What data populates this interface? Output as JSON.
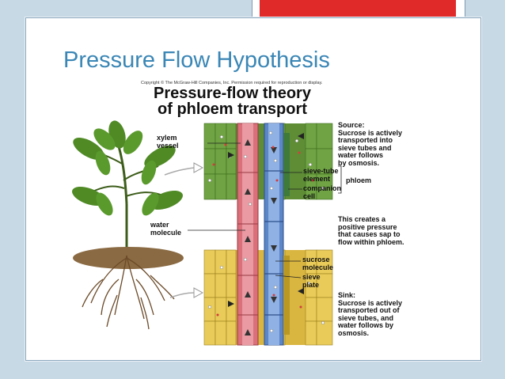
{
  "slide": {
    "title": "Pressure Flow Hypothesis",
    "accent_red": "#e02a2a",
    "title_color": "#3a86b5"
  },
  "figure": {
    "copyright": "Copyright © The McGraw-Hill Companies, Inc. Permission required for reproduction or display.",
    "title_line1": "Pressure-flow theory",
    "title_line2": "of phloem transport",
    "labels": {
      "xylem_vessel": "xylem\nvessel",
      "water_molecule": "water\nmolecule",
      "source": "Source:\nSucrose is actively\ntransported into\nsieve tubes and\nwater follows\nby osmosis.",
      "sieve_tube_element": "sieve-tube\nelement",
      "companion_cell": "companion\ncell",
      "phloem": "phloem",
      "pressure": "This creates a\npositive pressure\nthat causes sap to\nflow within phloem.",
      "sucrose_molecule": "sucrose\nmolecule",
      "sieve_plate": "sieve\nplate",
      "sink": "Sink:\nSucrose is actively\ntransported out of\nsieve tubes, and\nwater follows by\nosmosis."
    }
  }
}
